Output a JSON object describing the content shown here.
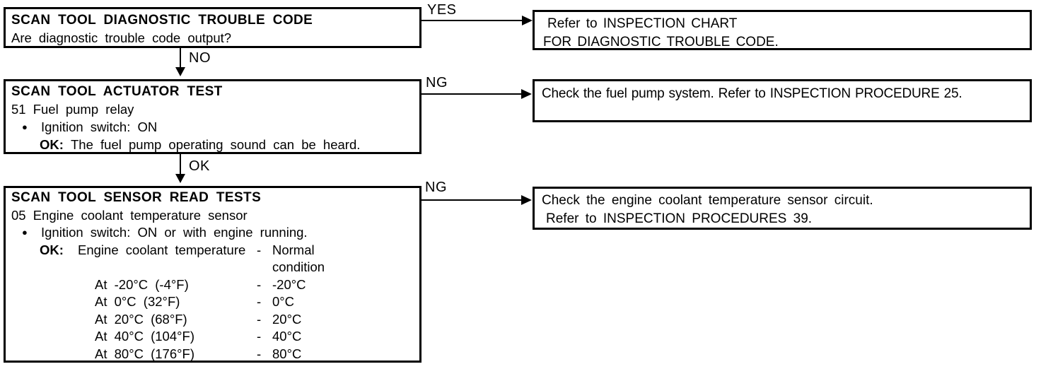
{
  "labels": {
    "yes": "YES",
    "no": "NO",
    "ok": "OK",
    "ng_actuator": "NG",
    "ng_sensor": "NG"
  },
  "bullet": "●",
  "boxes": {
    "dtc": {
      "title": "SCAN TOOL DIAGNOSTIC TROUBLE CODE",
      "question": "Are diagnostic trouble code output?"
    },
    "dtc_result": {
      "line1": "Refer to INSPECTION CHART",
      "line2": "FOR DIAGNOSTIC TROUBLE CODE."
    },
    "actuator": {
      "title": "SCAN TOOL ACTUATOR TEST",
      "item": "51 Fuel pump relay",
      "condition": "Ignition switch: ON",
      "ok_label": "OK:",
      "ok_text": "The fuel pump operating sound can be heard."
    },
    "actuator_result": {
      "line1": "Check the fuel pump system. Refer to INSPECTION PROCEDURE 25."
    },
    "sensor": {
      "title": "SCAN TOOL SENSOR READ TESTS",
      "item": "05 Engine coolant temperature sensor",
      "condition": "Ignition switch: ON or with engine running.",
      "ok_label": "OK:",
      "ok_text": "Engine coolant temperature",
      "ok_sep": "-",
      "ok_result": "Normal condition",
      "temps": [
        {
          "label": "At -20°C (-4°F)",
          "sep": "-",
          "value": "-20°C"
        },
        {
          "label": "At 0°C (32°F)",
          "sep": "-",
          "value": "0°C"
        },
        {
          "label": "At 20°C (68°F)",
          "sep": "-",
          "value": "20°C"
        },
        {
          "label": "At 40°C (104°F)",
          "sep": "-",
          "value": "40°C"
        },
        {
          "label": "At 80°C (176°F)",
          "sep": "-",
          "value": "80°C"
        }
      ]
    },
    "sensor_result": {
      "line1": "Check the engine coolant temperature sensor circuit.",
      "line2": "Refer to INSPECTION PROCEDURES 39."
    }
  }
}
